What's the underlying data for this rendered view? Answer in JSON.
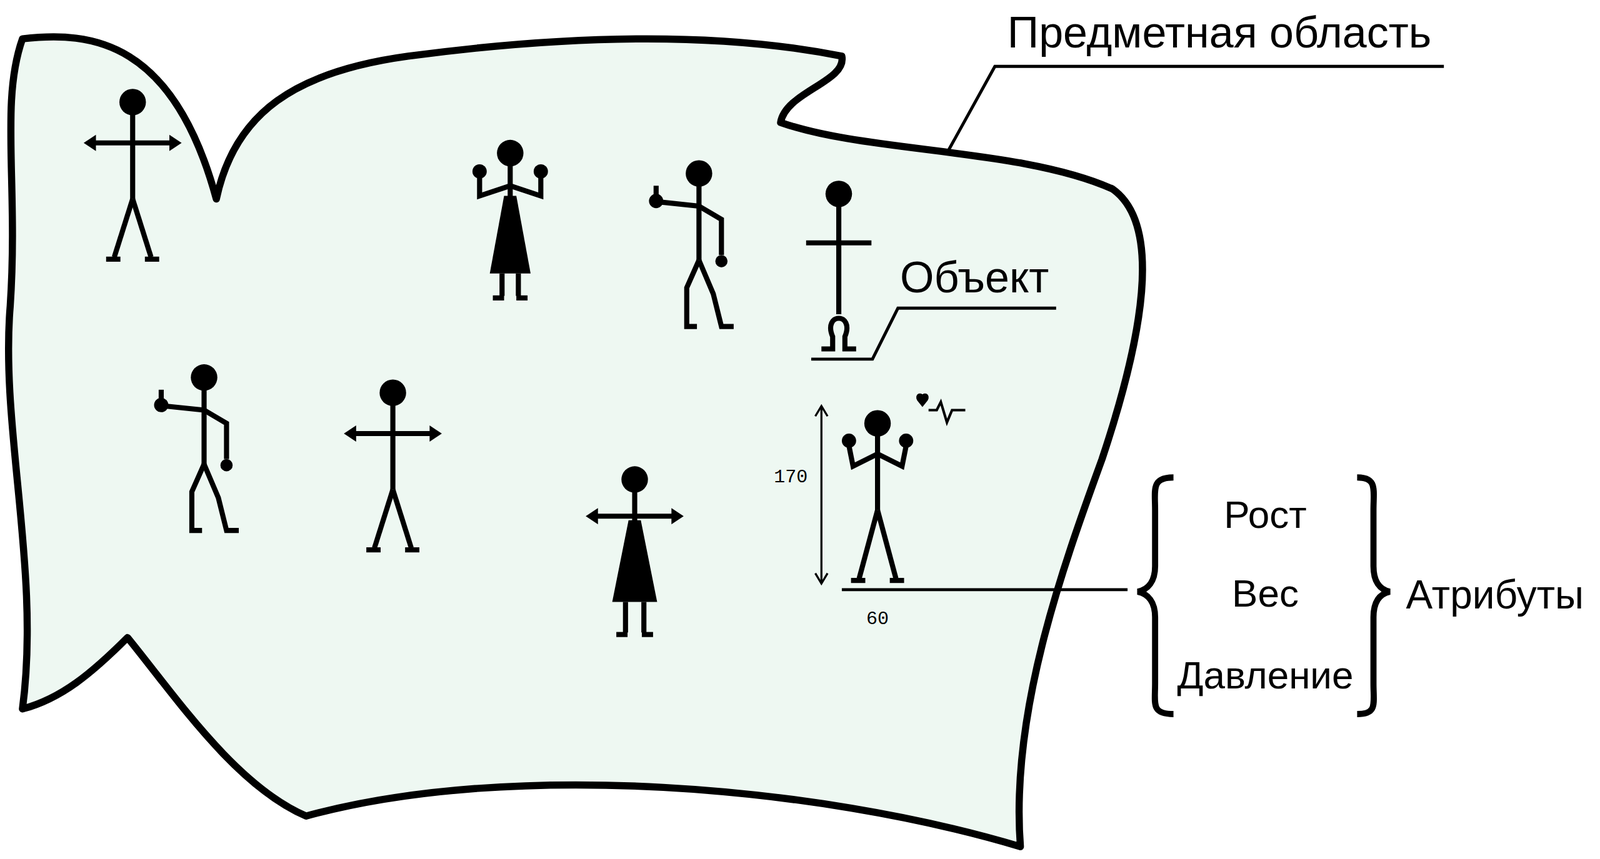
{
  "diagram": {
    "labels": [
      "Предметная область",
      "Объект",
      "170",
      "60",
      "Рост",
      "Вес",
      "Давление",
      "Атрибуты"
    ]
  }
}
